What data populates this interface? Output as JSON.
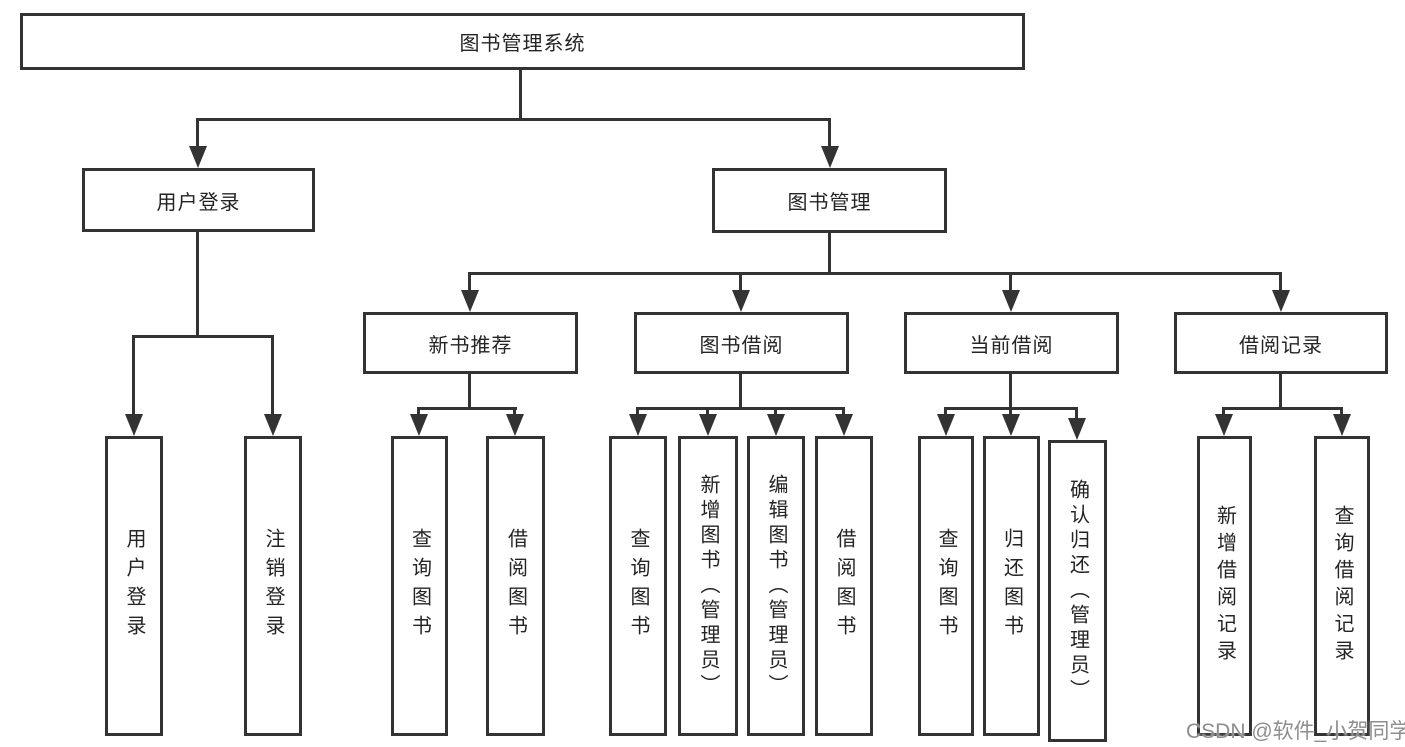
{
  "colors": {
    "line": "#333333",
    "box_border": "#333333",
    "text": "#242424",
    "watermark": "#8e8e8e",
    "background": "#ffffff"
  },
  "tree": {
    "root": "图书管理系统",
    "branches": [
      {
        "label": "用户登录",
        "children": [
          "用户登录",
          "注销登录"
        ]
      },
      {
        "label": "图书管理",
        "groups": [
          {
            "label": "新书推荐",
            "children": [
              "查询图书",
              "借阅图书"
            ]
          },
          {
            "label": "图书借阅",
            "children": [
              "查询图书",
              "新增图书（管理员）",
              "编辑图书（管理员）",
              "借阅图书"
            ]
          },
          {
            "label": "当前借阅",
            "children": [
              "查询图书",
              "归还图书",
              "确认归还（管理员）"
            ]
          },
          {
            "label": "借阅记录",
            "children": [
              "新增借阅记录",
              "查询借阅记录"
            ]
          }
        ]
      }
    ]
  },
  "watermark": {
    "text": "CSDN @软件_小贺同学"
  }
}
